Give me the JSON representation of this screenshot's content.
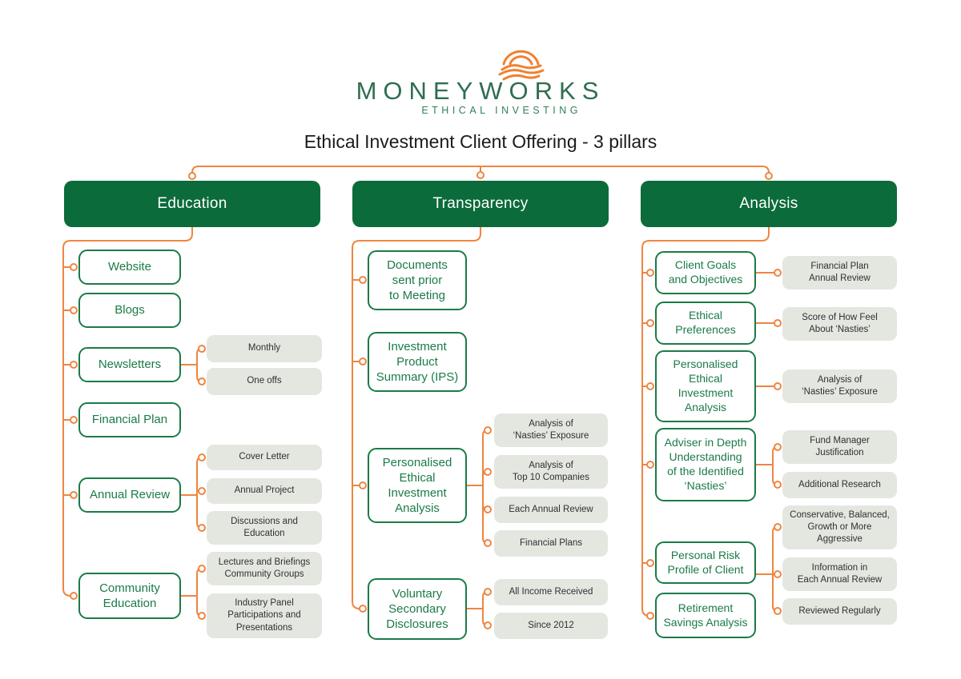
{
  "logo": {
    "brand": "MONEYWORKS",
    "tagline": "ETHICAL INVESTING",
    "mark": "arcs-waves-icon"
  },
  "title": "Ethical Investment Client Offering - 3 pillars",
  "colors": {
    "pillar_green": "#0B6B3B",
    "box_green": "#1B7B47",
    "gray_fill": "#E4E7E0",
    "gray_text": "#303030",
    "connector_orange": "#EF8540",
    "logo_orange": "#F08030",
    "logo_green": "#2F6E50",
    "title_color": "#1B1B1B"
  },
  "pillars": [
    {
      "label": "Education",
      "items": [
        {
          "label": "Website",
          "children": []
        },
        {
          "label": "Blogs",
          "children": []
        },
        {
          "label": "Newsletters",
          "children": [
            "Monthly",
            "One offs"
          ]
        },
        {
          "label": "Financial Plan",
          "children": []
        },
        {
          "label": "Annual Review",
          "children": [
            "Cover Letter",
            "Annual Project",
            "Discussions and\nEducation"
          ]
        },
        {
          "label": "Community\nEducation",
          "children": [
            "Lectures and Briefings\nCommunity Groups",
            "Industry Panel\nParticipations and\nPresentations"
          ]
        }
      ]
    },
    {
      "label": "Transparency",
      "items": [
        {
          "label": "Documents\nsent prior\nto Meeting",
          "children": []
        },
        {
          "label": "Investment\nProduct\nSummary (IPS)",
          "children": []
        },
        {
          "label": "Personalised\nEthical\nInvestment\nAnalysis",
          "children": [
            "Analysis of\n‘Nasties’ Exposure",
            "Analysis of\nTop 10 Companies",
            "Each Annual Review",
            "Financial Plans"
          ]
        },
        {
          "label": "Voluntary\nSecondary\nDisclosures",
          "children": [
            "All Income Received",
            "Since 2012"
          ]
        }
      ]
    },
    {
      "label": "Analysis",
      "items": [
        {
          "label": "Client Goals\nand Objectives",
          "children": [
            "Financial Plan\nAnnual Review"
          ]
        },
        {
          "label": "Ethical\nPreferences",
          "children": [
            "Score of How Feel\nAbout ‘Nasties’"
          ]
        },
        {
          "label": "Personalised\nEthical\nInvestment\nAnalysis",
          "children": [
            "Analysis of\n‘Nasties’ Exposure"
          ]
        },
        {
          "label": "Adviser in Depth\nUnderstanding\nof the Identified\n‘Nasties’",
          "children": [
            "Fund Manager\nJustification",
            "Additional Research"
          ]
        },
        {
          "label": "Personal Risk\nProfile of Client",
          "children": [
            "Conservative, Balanced,\nGrowth or More\nAggressive",
            "Information in\nEach Annual Review",
            "Reviewed Regularly"
          ]
        },
        {
          "label": "Retirement\nSavings Analysis",
          "children": []
        }
      ]
    }
  ]
}
